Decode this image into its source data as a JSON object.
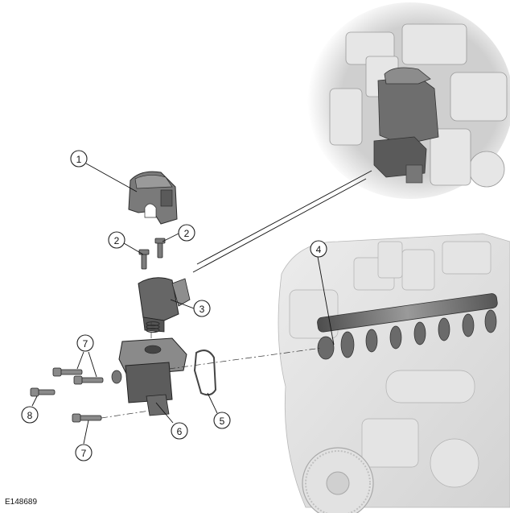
{
  "figure": {
    "reference_code": "E148689",
    "callouts": [
      {
        "id": "c1",
        "label": "1"
      },
      {
        "id": "c2a",
        "label": "2"
      },
      {
        "id": "c2b",
        "label": "2"
      },
      {
        "id": "c3",
        "label": "3"
      },
      {
        "id": "c4",
        "label": "4"
      },
      {
        "id": "c5",
        "label": "5"
      },
      {
        "id": "c6",
        "label": "6"
      },
      {
        "id": "c7a",
        "label": "7"
      },
      {
        "id": "c7b",
        "label": "7"
      },
      {
        "id": "c8",
        "label": "8"
      }
    ]
  },
  "colors": {
    "engine_ghost": "#d9d9d9",
    "part_dark": "#5e5e5e",
    "part_mid": "#8a8a8a",
    "part_light": "#b5b5b5",
    "line": "#111111"
  }
}
